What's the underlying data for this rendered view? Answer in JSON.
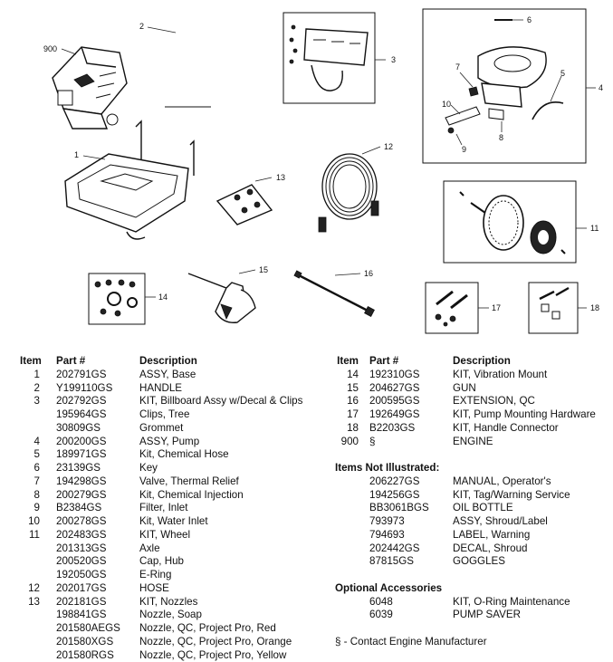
{
  "callouts": [
    "900",
    "2",
    "3",
    "6",
    "7",
    "4",
    "5",
    "10",
    "9",
    "8",
    "1",
    "12",
    "13",
    "11",
    "14",
    "15",
    "16",
    "17",
    "18"
  ],
  "table_headers": {
    "item": "Item",
    "part": "Part #",
    "description": "Description"
  },
  "parts_left": [
    {
      "item": "1",
      "part": "202791GS",
      "desc": "ASSY, Base"
    },
    {
      "item": "2",
      "part": "Y199110GS",
      "desc": "HANDLE"
    },
    {
      "item": "3",
      "part": "202792GS",
      "desc": "KIT, Billboard Assy w/Decal & Clips"
    },
    {
      "item": "",
      "part": "195964GS",
      "desc": "Clips, Tree"
    },
    {
      "item": "",
      "part": "30809GS",
      "desc": "Grommet"
    },
    {
      "item": "4",
      "part": "200200GS",
      "desc": "ASSY, Pump"
    },
    {
      "item": "5",
      "part": "189971GS",
      "desc": "Kit, Chemical Hose"
    },
    {
      "item": "6",
      "part": "23139GS",
      "desc": "Key"
    },
    {
      "item": "7",
      "part": "194298GS",
      "desc": "Valve, Thermal Relief"
    },
    {
      "item": "8",
      "part": "200279GS",
      "desc": "Kit, Chemical Injection"
    },
    {
      "item": "9",
      "part": "B2384GS",
      "desc": "Filter, Inlet"
    },
    {
      "item": "10",
      "part": "200278GS",
      "desc": "Kit, Water Inlet"
    },
    {
      "item": "11",
      "part": "202483GS",
      "desc": "KIT, Wheel"
    },
    {
      "item": "",
      "part": "201313GS",
      "desc": "Axle"
    },
    {
      "item": "",
      "part": "200520GS",
      "desc": "Cap, Hub"
    },
    {
      "item": "",
      "part": "192050GS",
      "desc": "E-Ring"
    },
    {
      "item": "12",
      "part": "202017GS",
      "desc": "HOSE"
    },
    {
      "item": "13",
      "part": "202181GS",
      "desc": "KIT, Nozzles"
    },
    {
      "item": "",
      "part": "198841GS",
      "desc": "Nozzle, Soap"
    },
    {
      "item": "",
      "part": "201580AEGS",
      "desc": "Nozzle, QC, Project Pro, Red"
    },
    {
      "item": "",
      "part": "201580XGS",
      "desc": "Nozzle, QC, Project Pro, Orange"
    },
    {
      "item": "",
      "part": "201580RGS",
      "desc": "Nozzle, QC, Project Pro, Yellow"
    }
  ],
  "parts_right": [
    {
      "item": "14",
      "part": "192310GS",
      "desc": "KIT, Vibration Mount"
    },
    {
      "item": "15",
      "part": "204627GS",
      "desc": "GUN"
    },
    {
      "item": "16",
      "part": "200595GS",
      "desc": "EXTENSION, QC"
    },
    {
      "item": "17",
      "part": "192649GS",
      "desc": "KIT, Pump Mounting Hardware"
    },
    {
      "item": "18",
      "part": "B2203GS",
      "desc": "KIT, Handle Connector"
    },
    {
      "item": "900",
      "part": "§",
      "desc": "ENGINE"
    }
  ],
  "not_illustrated": {
    "title": "Items Not Illustrated:",
    "rows": [
      {
        "part": "206227GS",
        "desc": "MANUAL, Operator's"
      },
      {
        "part": "194256GS",
        "desc": "KIT, Tag/Warning Service"
      },
      {
        "part": "BB3061BGS",
        "desc": "OIL BOTTLE"
      },
      {
        "part": "793973",
        "desc": "ASSY, Shroud/Label"
      },
      {
        "part": "794693",
        "desc": "LABEL, Warning"
      },
      {
        "part": "202442GS",
        "desc": "DECAL, Shroud"
      },
      {
        "part": "87815GS",
        "desc": "GOGGLES"
      }
    ]
  },
  "optional": {
    "title": "Optional Accessories",
    "rows": [
      {
        "part": "6048",
        "desc": "KIT, O-Ring Maintenance"
      },
      {
        "part": "6039",
        "desc": "PUMP SAVER"
      }
    ]
  },
  "footnote": "§ - Contact Engine Manufacturer"
}
